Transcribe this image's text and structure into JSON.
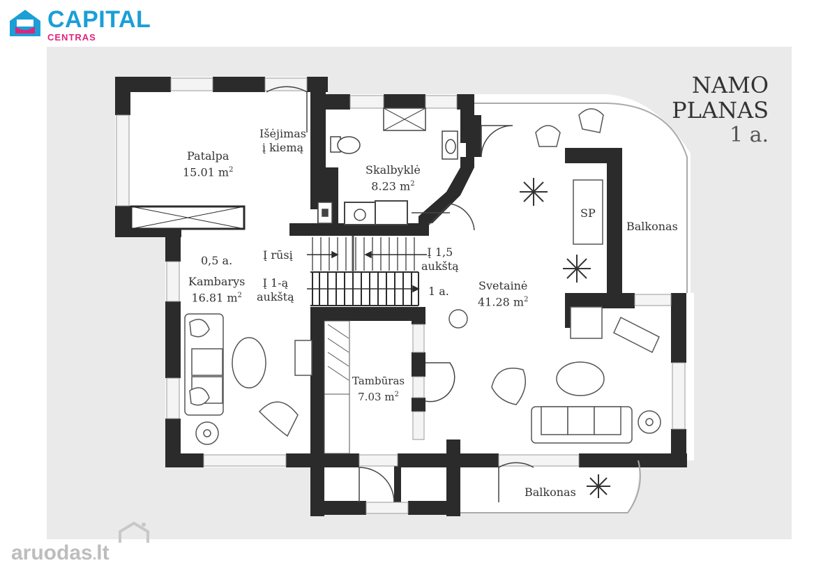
{
  "logo": {
    "brand": "CAPITAL",
    "sub": "CENTRAS",
    "brand_color": "#1a9fd6",
    "accent_color": "#e0247a"
  },
  "title": {
    "line1": "NAMO",
    "line2": "PLANAS",
    "line3": "1 a."
  },
  "rooms": {
    "patalpa": {
      "name": "Patalpa",
      "area": "15.01 m"
    },
    "isejimas": {
      "line1": "Išėjimas",
      "line2": "į kiemą"
    },
    "skalbykle": {
      "name": "Skalbyklė",
      "area": "8.23 m"
    },
    "kambarys": {
      "level": "0,5 a.",
      "name": "Kambarys",
      "area": "16.81 m"
    },
    "svetaine": {
      "name": "Svetainė",
      "area": "41.28 m"
    },
    "tamburas": {
      "name": "Tambūras",
      "area": "7.03 m"
    },
    "sp": "SP",
    "balkonas_right": "Balkonas",
    "balkonas_bottom": "Balkonas"
  },
  "stairs": {
    "to_basement": "Į rūsį",
    "to_15_line1": "Į 1,5",
    "to_15_line2": "aukštą",
    "to_1_line1": "Į 1-ą",
    "to_1_line2": "aukštą",
    "floor_1": "1 a."
  },
  "superscript": "2",
  "watermark": {
    "text": "aruodas",
    "suffix": "lt"
  },
  "colors": {
    "wall": "#2b2b2b",
    "background": "#eaeaea",
    "floor": "#ffffff"
  }
}
